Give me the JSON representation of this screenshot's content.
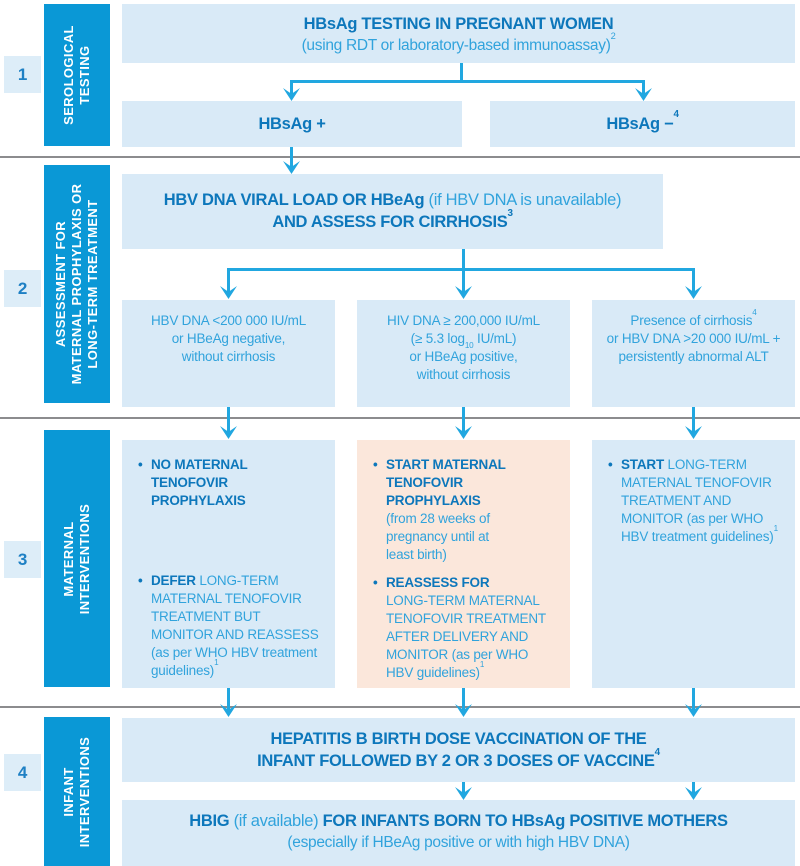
{
  "glyphs": {
    "bullet": "•"
  },
  "colors": {
    "sidebar_blue": "#0a98d6",
    "box_blue": "#d9eaf7",
    "box_peach": "#fbe7db",
    "badge_bg": "#ddedf8",
    "arrow": "#21a7e0",
    "text_dark": "#0d77bb",
    "text_light": "#31a3dc",
    "divider": "#8c8c8e"
  },
  "sidebar": {
    "sections": [
      {
        "number": "1",
        "label_lines": [
          "SEROLOGICAL",
          "TESTING"
        ]
      },
      {
        "number": "2",
        "label_lines": [
          "ASSESSMENT FOR",
          "MATERNAL PROPHYLAXIS OR",
          "LONG-TERM TREATMENT"
        ]
      },
      {
        "number": "3",
        "label_lines": [
          "MATERNAL",
          "INTERVENTIONS"
        ]
      },
      {
        "number": "4",
        "label_lines": [
          "INFANT",
          "INTERVENTIONS"
        ]
      }
    ]
  },
  "serological": {
    "title_box": {
      "title": "HBsAg TESTING IN PREGNANT WOMEN",
      "subtitle": "(using RDT or laboratory-based immunoassay)",
      "subtitle_sup": "2"
    },
    "positive_box": {
      "label": "HBsAg +"
    },
    "negative_box": {
      "label": "HBsAg −",
      "sup": "4"
    }
  },
  "assessment": {
    "header_box": {
      "bold1": "HBV DNA VIRAL LOAD OR HBeAg",
      "light1": " (if HBV DNA is unavailable)",
      "bold2": "AND ASSESS FOR CIRRHOSIS",
      "bold2_sup": "3"
    },
    "branches": {
      "low": {
        "lines": [
          "HBV DNA <200 000 IU/mL",
          "or HBeAg negative,",
          "without cirrhosis"
        ]
      },
      "high": {
        "line1": "HIV DNA ≥ 200,000 IU/mL",
        "line2_pre": "(≥ 5.3 log",
        "line2_sub": "10",
        "line2_post": " IU/mL)",
        "line3": "or HBeAg positive,",
        "line4": "without cirrhosis"
      },
      "cirrhosis": {
        "line1": "Presence of cirrhosis",
        "line1_sup": "4",
        "line2": "or HBV DNA >20 000 IU/mL +",
        "line3": "persistently abnormal ALT"
      }
    }
  },
  "maternal": {
    "no_prophylaxis": {
      "b1_bold_lines": [
        "NO MATERNAL",
        "TENOFOVIR",
        "PROPHYLAXIS"
      ],
      "b2_bold": "DEFER",
      "b2_rest": " LONG-TERM MATERNAL TENOFOVIR TREATMENT BUT MONITOR AND REASSESS (as per WHO HBV treatment guidelines)",
      "b2_sup": "1"
    },
    "start_prophylaxis": {
      "b1_bold_lines": [
        "START MATERNAL",
        "TENOFOVIR",
        "PROPHYLAXIS"
      ],
      "b1_rest_lines": [
        "(from 28 weeks of",
        "pregnancy until at",
        "least birth)"
      ],
      "b2_bold": "REASSESS FOR",
      "b2_rest": "LONG-TERM MATERNAL TENOFOVIR TREATMENT AFTER DELIVERY AND MONITOR (as per WHO HBV guidelines)",
      "b2_sup": "1"
    },
    "start_treatment": {
      "b1_bold": "START",
      "b1_rest": " LONG-TERM MATERNAL TENOFOVIR TREATMENT AND MONITOR (as per WHO HBV treatment guidelines)",
      "b1_sup": "1"
    }
  },
  "infant": {
    "vaccination_box": {
      "line1": "HEPATITIS B BIRTH DOSE VACCINATION OF THE",
      "line2": "INFANT FOLLOWED BY 2 OR 3 DOSES OF VACCINE",
      "line2_sup": "4"
    },
    "hbig_box": {
      "bold1": "HBIG",
      "light1": " (if available) ",
      "bold2": "FOR INFANTS BORN TO HBsAg POSITIVE MOTHERS",
      "line2": "(especially if HBeAg positive or with high HBV DNA)"
    }
  }
}
